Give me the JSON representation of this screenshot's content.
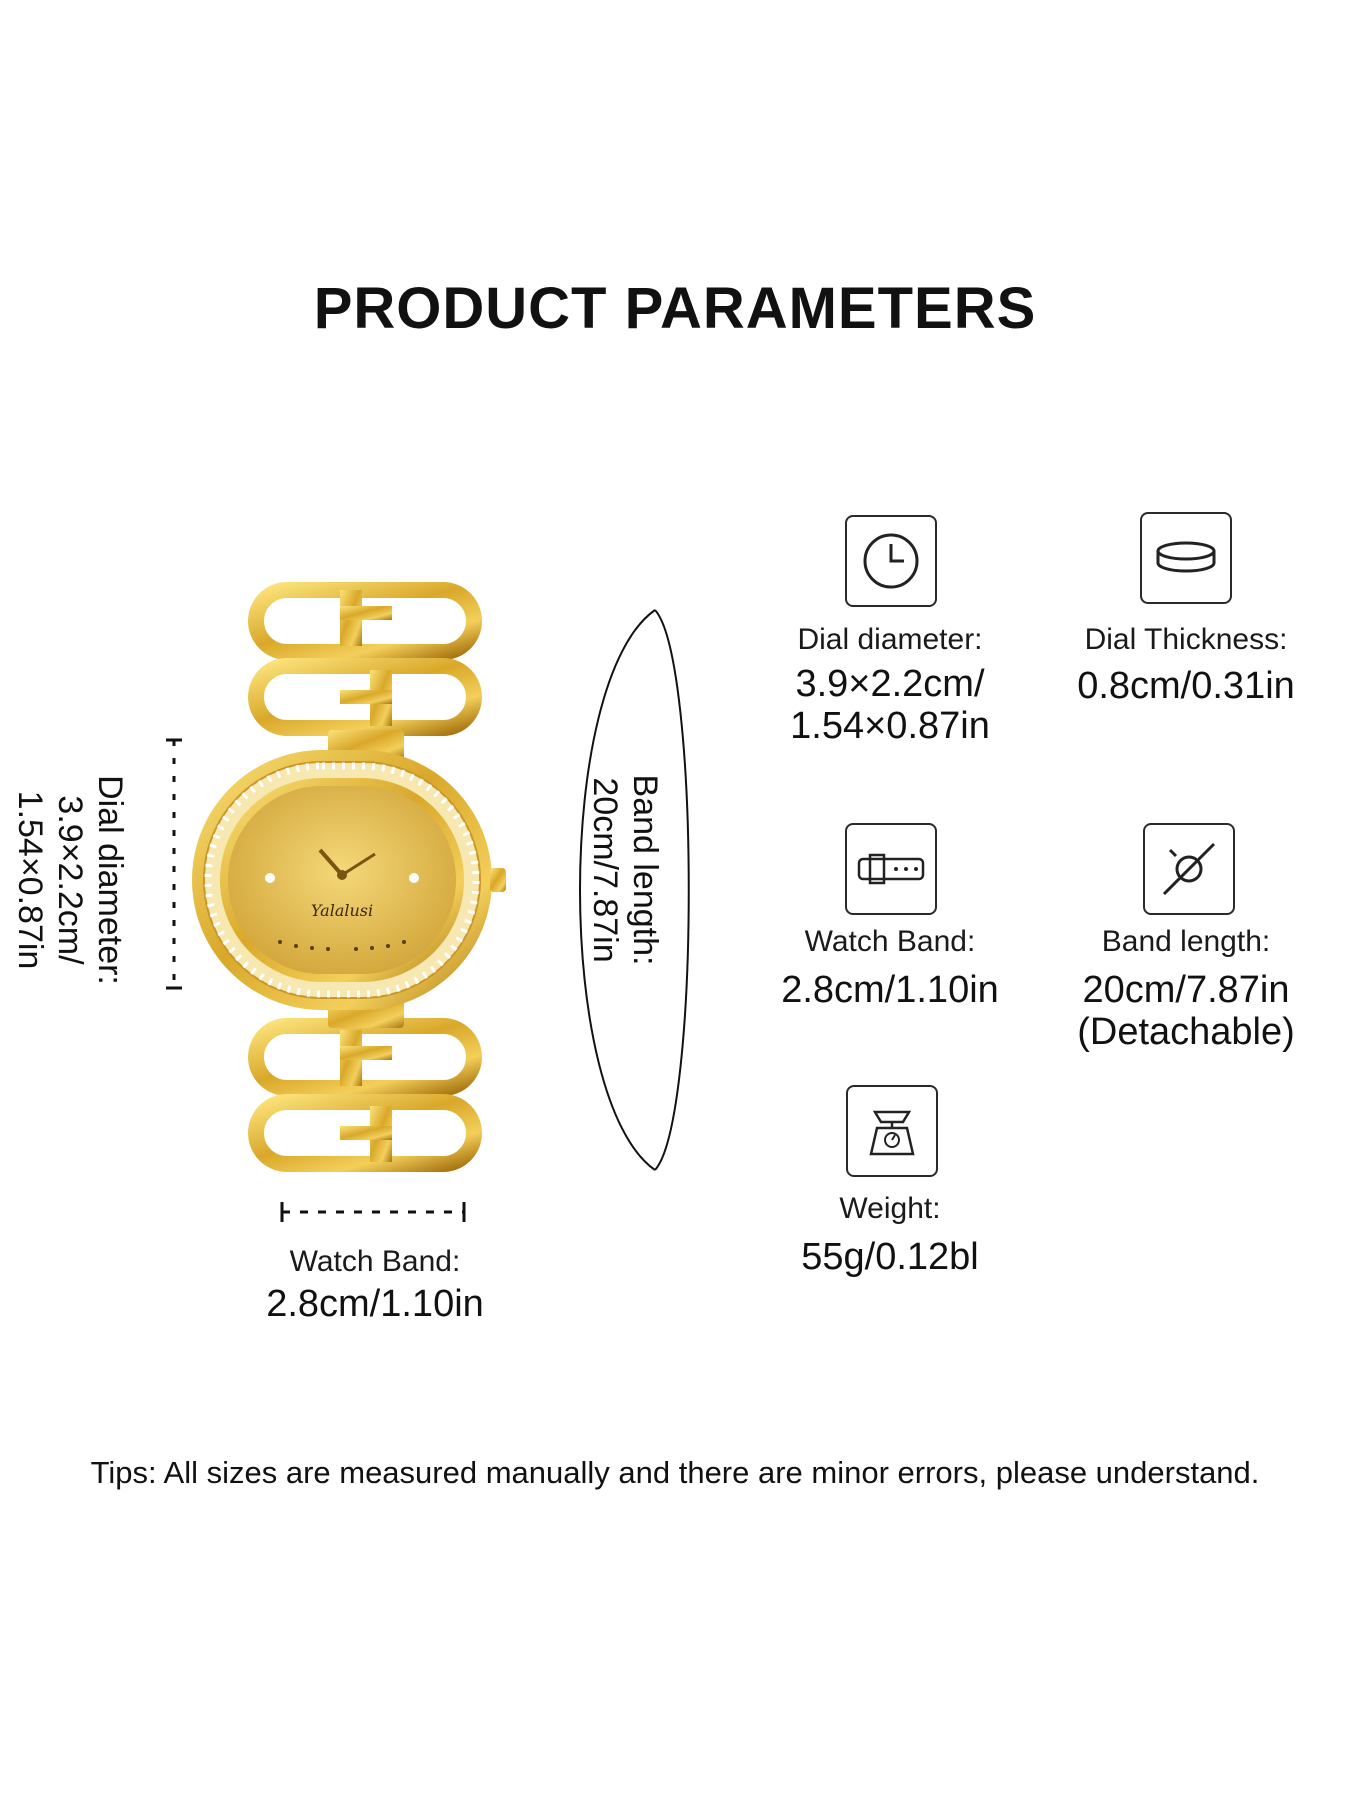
{
  "title": "PRODUCT PARAMETERS",
  "watch": {
    "brand_text": "Yalalusi"
  },
  "diagram": {
    "dial_label": "Dial diameter:",
    "dial_value_1": "3.9×2.2cm/",
    "dial_value_2": "1.54×0.87in",
    "band_length_label": "Band length:",
    "band_length_value": "20cm/7.87in",
    "band_width_label": "Watch Band:",
    "band_width_value": "2.8cm/1.10in"
  },
  "specs": [
    {
      "icon": "clock-icon",
      "label": "Dial diameter:",
      "value_1": "3.9×2.2cm/",
      "value_2": "1.54×0.87in"
    },
    {
      "icon": "dial-thickness-icon",
      "label": "Dial Thickness:",
      "value_1": "0.8cm/0.31in",
      "value_2": ""
    },
    {
      "icon": "watch-band-icon",
      "label": "Watch Band:",
      "value_1": "2.8cm/1.10in",
      "value_2": ""
    },
    {
      "icon": "band-length-icon",
      "label": "Band length:",
      "value_1": "20cm/7.87in",
      "value_2": "(Detachable)"
    },
    {
      "icon": "scale-icon",
      "label": "Weight:",
      "value_1": "55g/0.12bl",
      "value_2": ""
    }
  ],
  "tips": "Tips: All sizes are measured manually and there are minor errors, please understand.",
  "colors": {
    "gold": "#d9a82a",
    "gold_light": "#f6d86b",
    "gold_dark": "#a87410",
    "text": "#111111"
  }
}
